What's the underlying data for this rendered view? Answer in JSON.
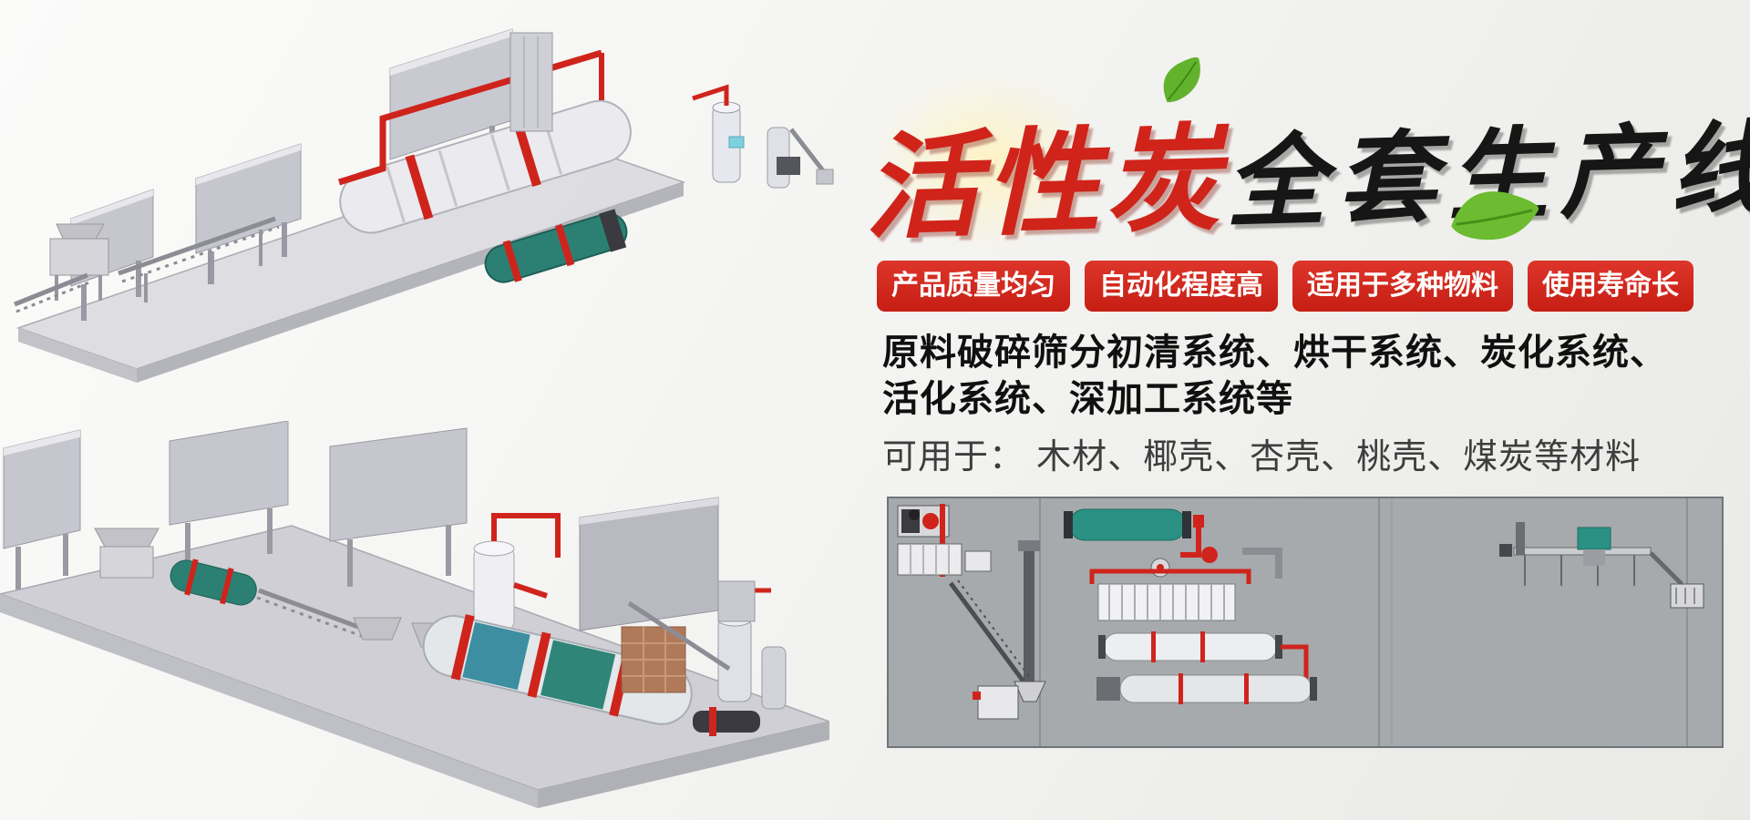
{
  "title": {
    "red": "活性炭",
    "black": "全套生产线"
  },
  "badges": [
    {
      "label": "产品质量均匀"
    },
    {
      "label": "自动化程度高"
    },
    {
      "label": "适用于多种物料"
    },
    {
      "label": "使用寿命长"
    }
  ],
  "description": {
    "line1": "原料破碎筛分初清系统、烘干系统、炭化系统、",
    "line2": "活化系统、深加工系统等",
    "materials": "可用于： 木材、椰壳、杏壳、桃壳、煤炭等材料"
  },
  "colors": {
    "accent_red": "#d0241a",
    "badge_red": "#c61e13",
    "title_black": "#161616",
    "leaf_green": "#63b22d",
    "machine_teal": "#2a9184",
    "pipe_red": "#cf241c",
    "panel_gray": "#c6c6cf",
    "diagram_bg": "#a6aaad"
  },
  "illustrations": {
    "top_left": "3d-render-production-line-view-1",
    "bottom_left": "3d-render-production-line-view-2",
    "bottom_right": "plant-layout-diagram"
  }
}
